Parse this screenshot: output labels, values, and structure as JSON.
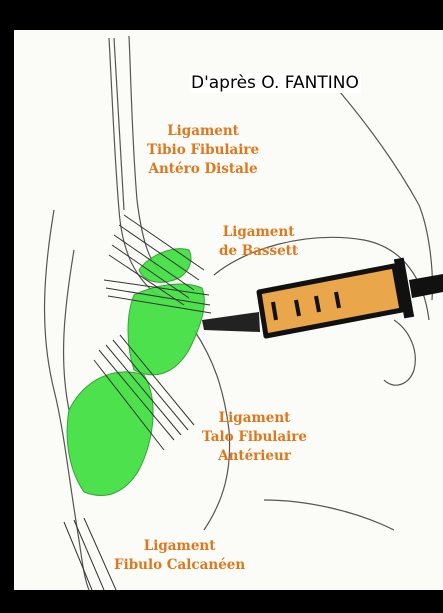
{
  "credit": "D'après O. FANTINO",
  "colors": {
    "label": "#e0771c",
    "ligament_fill": "#3fe03f",
    "background": "#fbfbf7",
    "syringe_body": "#e9a64a"
  },
  "labels": {
    "tibio_fibulaire": [
      "Ligament",
      "Tibio Fibulaire",
      "Antéro Distale"
    ],
    "bassett": [
      "Ligament",
      "de Bassett"
    ],
    "talo_fibulaire": [
      "Ligament",
      "Talo Fibulaire",
      "Antérieur"
    ],
    "fibulo_calcaneen": [
      "Ligament",
      "Fibulo Calcanéen"
    ]
  }
}
